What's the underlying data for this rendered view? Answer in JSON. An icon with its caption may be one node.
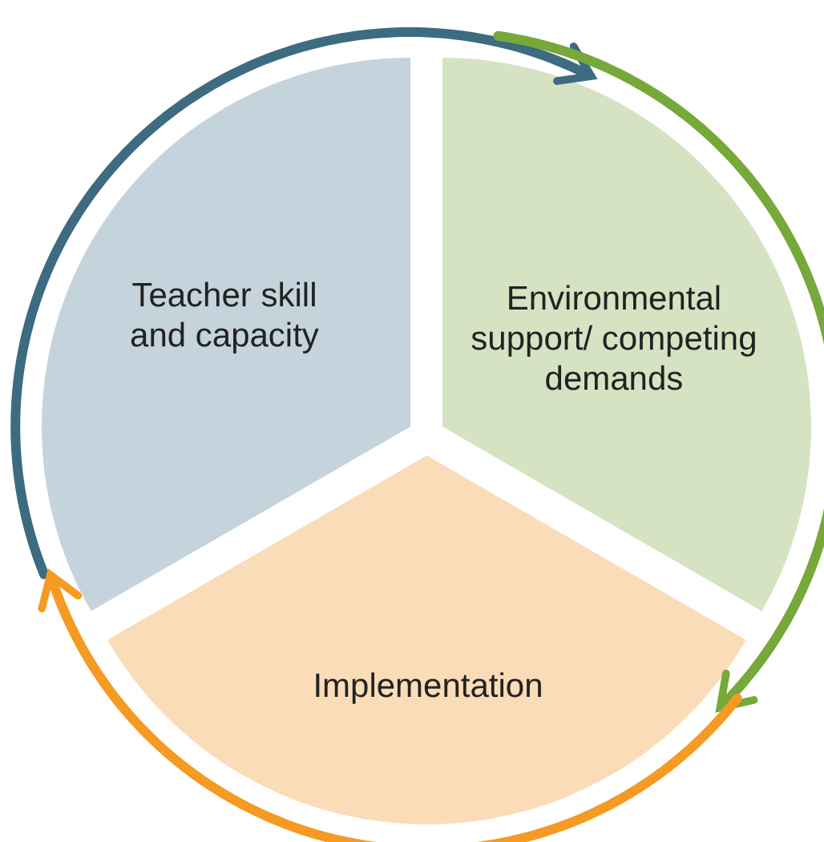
{
  "diagram": {
    "nodes": [
      {
        "text": [
          "Teacher skill and capacity"
        ]
      },
      {
        "text": [
          "Environmental support/ competing demands"
        ]
      },
      {
        "text": [
          "Implementation"
        ]
      }
    ],
    "edges": [
      {
        "from": 0,
        "to": 1,
        "arrow": "to",
        "color": "#3d6b80"
      },
      {
        "from": 1,
        "to": 2,
        "arrow": "to",
        "color": "#76a83a"
      },
      {
        "from": 2,
        "to": 0,
        "arrow": "to",
        "color": "#f59a23"
      }
    ]
  }
}
